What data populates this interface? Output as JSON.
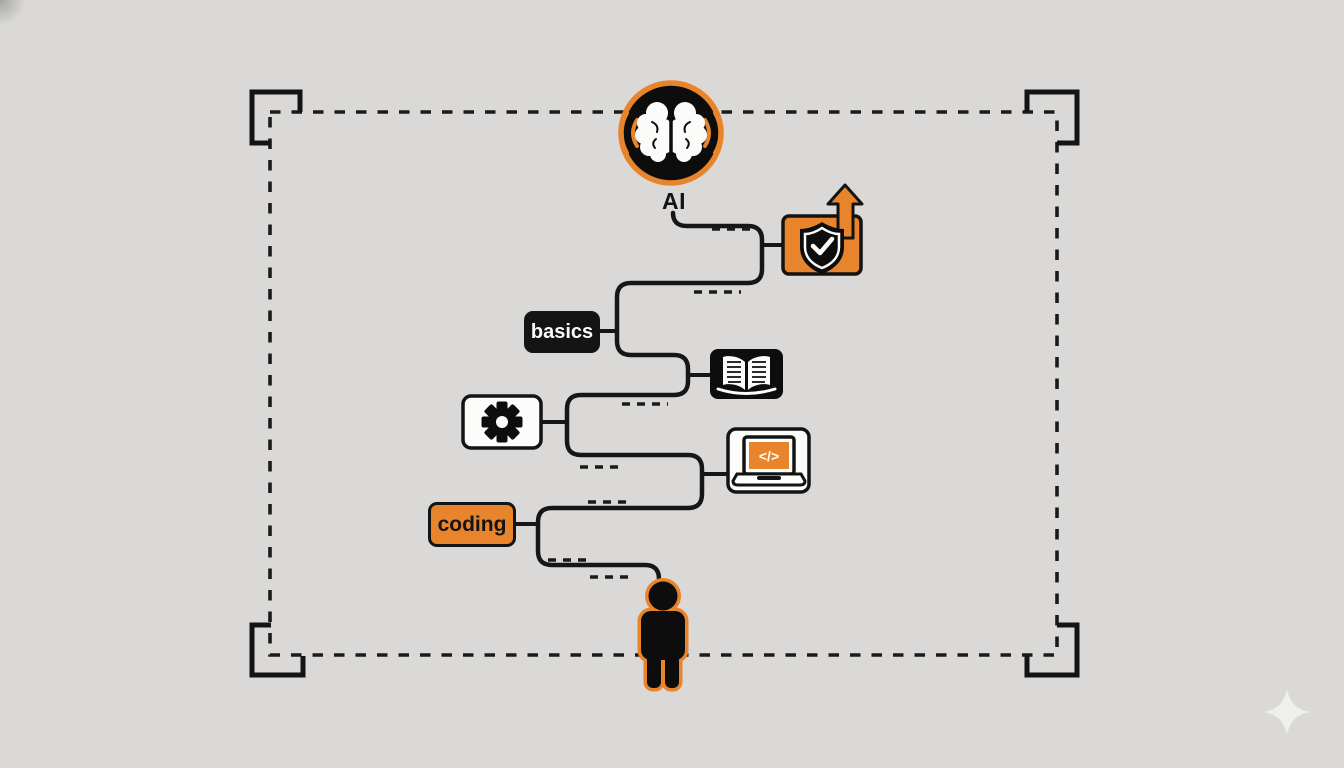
{
  "scene": {
    "description": "AI learning path roadmap illustration",
    "background_color": "#dad9d7",
    "ink_color": "#141414",
    "accent_orange": "#e8842b",
    "box_white": "#fcfcfb",
    "sparkle_color": "#efefed"
  },
  "labels": {
    "ai": "AI",
    "basics": "basics",
    "coding": "coding",
    "code_glyph": "</>"
  },
  "icons": {
    "start_node": "brain-icon",
    "start_node_decor": "sound-wave-arcs-icon",
    "milestone_shield": "shield-check-icon",
    "milestone_shield_decor": "arrow-up-icon",
    "milestone_reading": "open-book-icon",
    "milestone_settings": "gear-icon",
    "milestone_practice": "laptop-code-icon",
    "end_node": "person-icon",
    "corner_decor": "sparkle-icon"
  }
}
